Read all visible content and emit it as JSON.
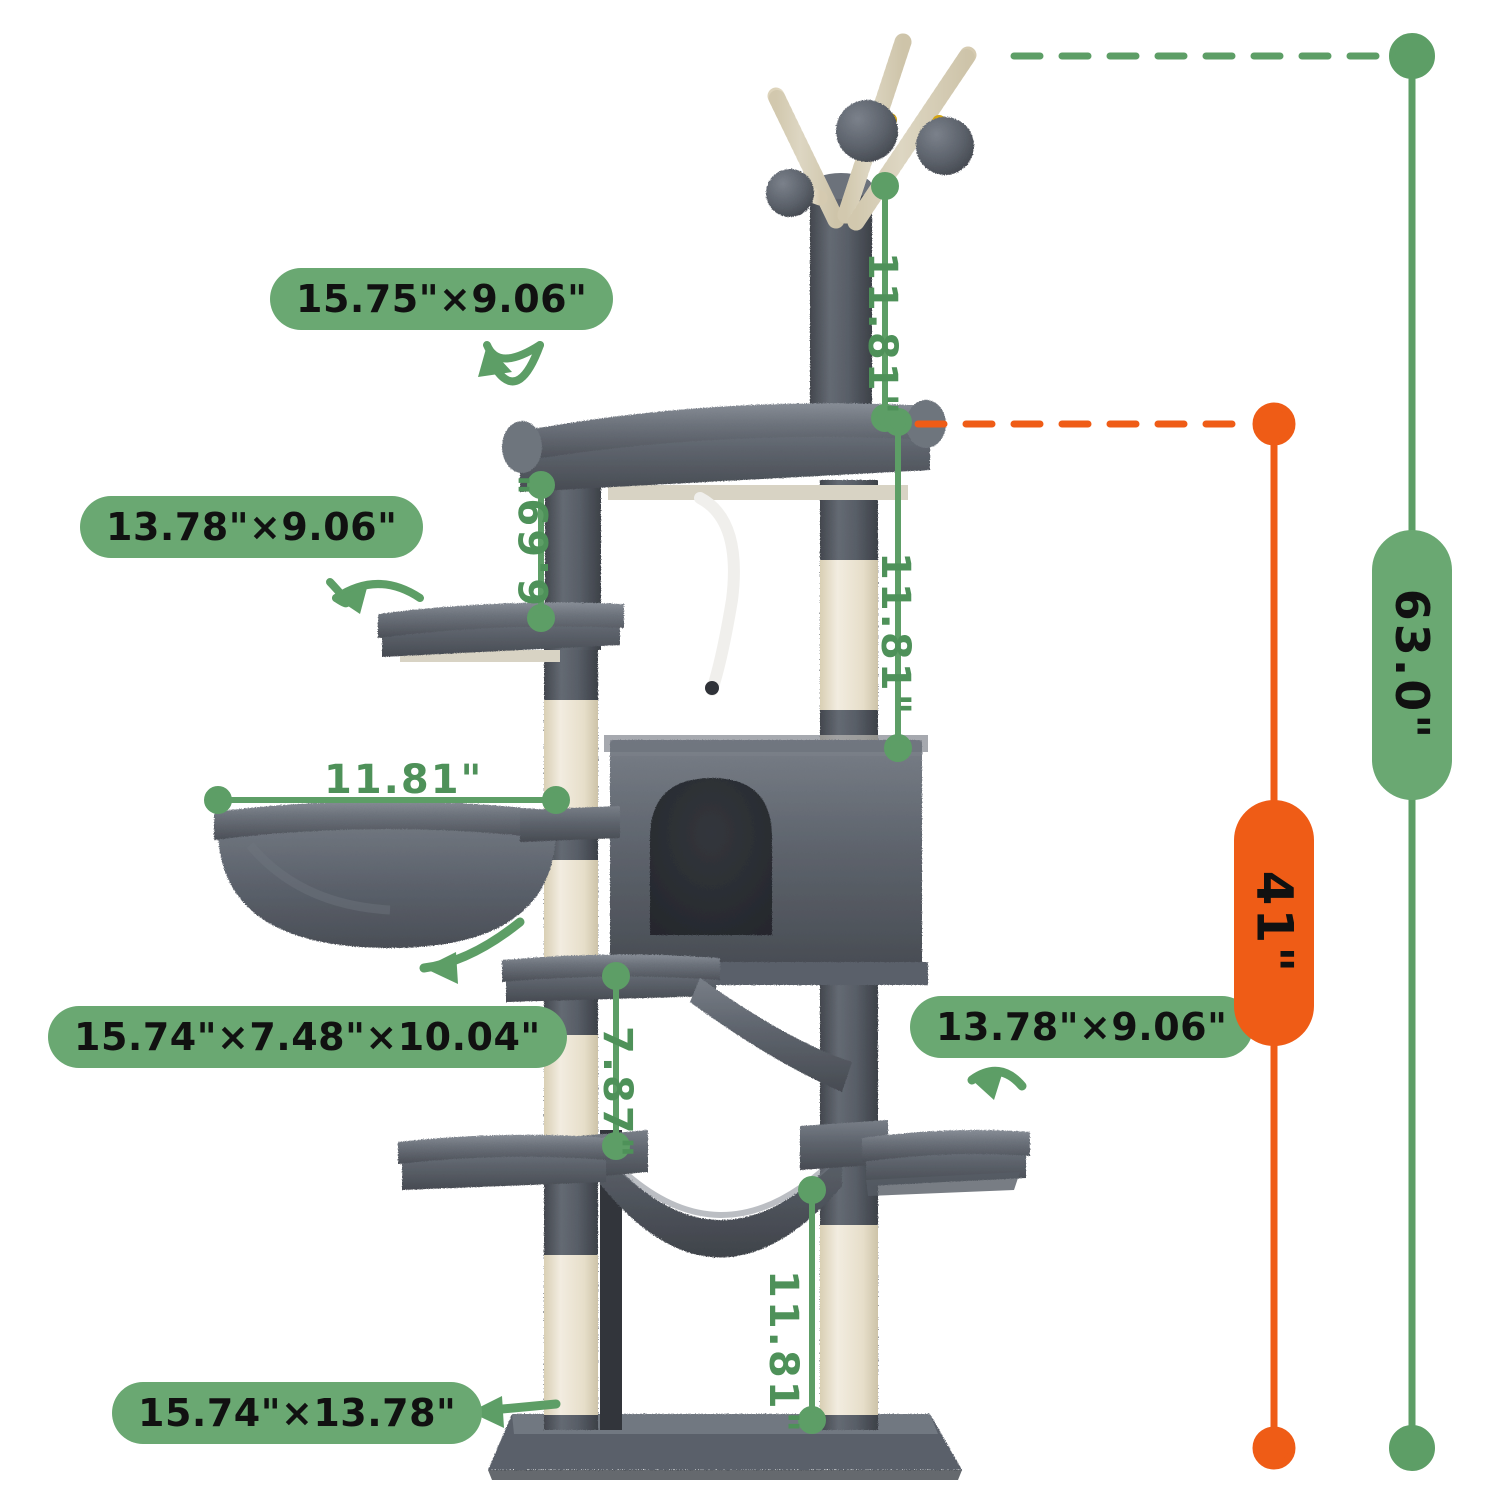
{
  "diagram": {
    "title": "Cat tree dimension diagram",
    "product": "multi-level cat tree tower",
    "unit": "inch"
  },
  "colors": {
    "green": "#6aa872",
    "green_line": "#5d9e66",
    "green_text": "#4e9159",
    "orange": "#ef5c16",
    "plush_dark": "#4a4e55",
    "plush_mid": "#5d636c",
    "plush_light": "#7b818a",
    "sisal": "#e9e1cd",
    "board": "#d8d3c4",
    "background": "#ffffff"
  },
  "callouts": [
    {
      "id": "top-perch",
      "label": "15.75\"×9.06\"",
      "kind": "green-pill"
    },
    {
      "id": "mid-shelf",
      "label": "13.78\"×9.06\"",
      "kind": "green-pill"
    },
    {
      "id": "basket",
      "label": "15.74\"×7.48\"×10.04\"",
      "kind": "green-pill"
    },
    {
      "id": "lower-perch",
      "label": "13.78\"×9.06\"",
      "kind": "green-pill"
    },
    {
      "id": "base-board",
      "label": "15.74\"×13.78\"",
      "kind": "green-pill"
    }
  ],
  "measurements": [
    {
      "id": "toy-post-height",
      "label": "11.81\"",
      "orientation": "vertical-cw"
    },
    {
      "id": "top-perch-clearance",
      "label": "6.69\"",
      "orientation": "vertical-ccw"
    },
    {
      "id": "condo-height",
      "label": "11.81\"",
      "orientation": "vertical-cw"
    },
    {
      "id": "basket-width",
      "label": "11.81\"",
      "orientation": "horizontal"
    },
    {
      "id": "post-gap-height",
      "label": "7.87\"",
      "orientation": "vertical-cw"
    },
    {
      "id": "hammock-height",
      "label": "11.81\"",
      "orientation": "vertical-cw"
    }
  ],
  "overall": {
    "total_height": {
      "label": "63.0\"",
      "color": "#6aa872"
    },
    "upper_height": {
      "label": "41\"",
      "color": "#ef5c16"
    }
  }
}
